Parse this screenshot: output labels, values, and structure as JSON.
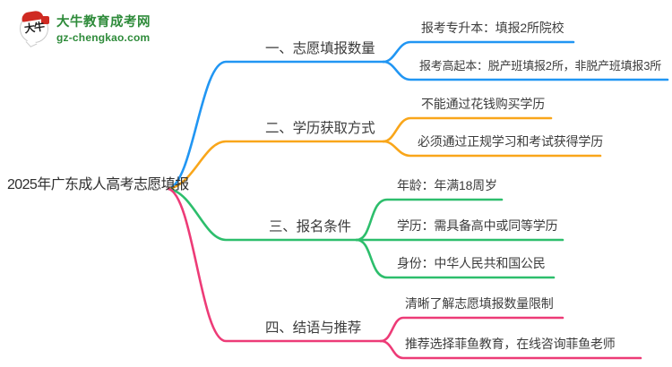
{
  "logo": {
    "icon_text": "大牛",
    "title": "大牛教育成考网",
    "subtitle": "gz-chengkao.com",
    "brand_color": "#2e8b3a",
    "accent_red": "#cf2a22"
  },
  "root": {
    "label": "2025年广东成人高考志愿填报"
  },
  "branches": [
    {
      "label": "一、志愿填报数量",
      "color": "#2196f3",
      "leaves": [
        "报考专升本：填报2所院校",
        "报考高起本：脱产班填报2所，非脱产班填报3所"
      ]
    },
    {
      "label": "二、学历获取方式",
      "color": "#f9a61a",
      "leaves": [
        "不能通过花钱购买学历",
        "必须通过正规学习和考试获得学历"
      ]
    },
    {
      "label": "三、报名条件",
      "color": "#2dbe6c",
      "leaves": [
        "年龄：年满18周岁",
        "学历：需具备高中或同等学历",
        "身份：中华人民共和国公民"
      ]
    },
    {
      "label": "四、结语与推荐",
      "color": "#ed3b77",
      "leaves": [
        "清晰了解志愿填报数量限制",
        "推荐选择菲鱼教育，在线咨询菲鱼老师"
      ]
    }
  ]
}
